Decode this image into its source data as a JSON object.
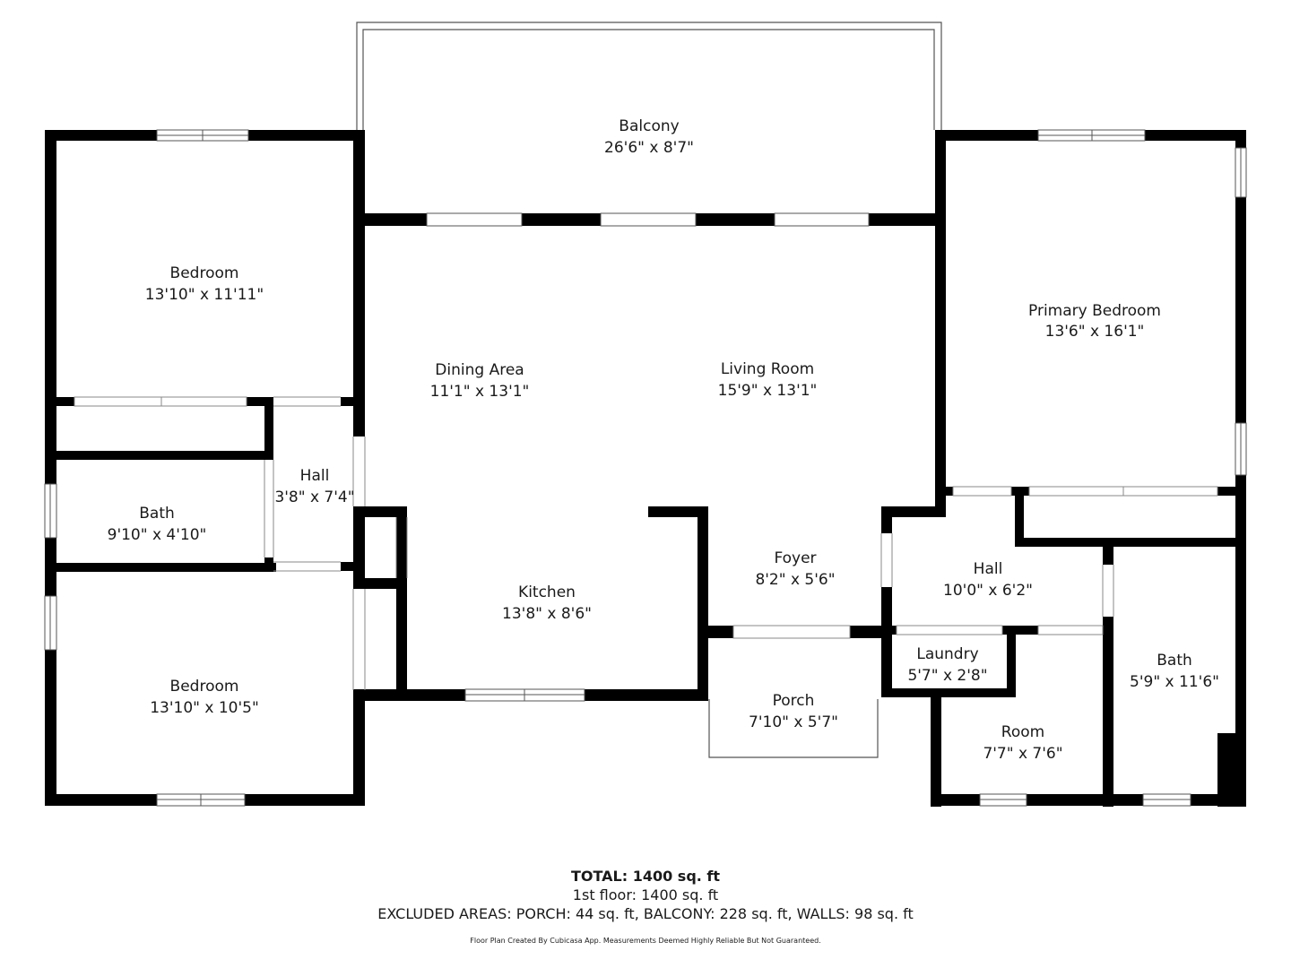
{
  "rooms": {
    "balcony": {
      "name": "Balcony",
      "dims": "26'6\" x 8'7\""
    },
    "bedroom_top": {
      "name": "Bedroom",
      "dims": "13'10\" x 11'11\""
    },
    "dining": {
      "name": "Dining Area",
      "dims": "11'1\" x 13'1\""
    },
    "living": {
      "name": "Living Room",
      "dims": "15'9\" x 13'1\""
    },
    "primary_bedroom": {
      "name": "Primary Bedroom",
      "dims": "13'6\" x 16'1\""
    },
    "hall_left": {
      "name": "Hall",
      "dims": "3'8\" x 7'4\""
    },
    "bath_left": {
      "name": "Bath",
      "dims": "9'10\" x 4'10\""
    },
    "kitchen": {
      "name": "Kitchen",
      "dims": "13'8\" x 8'6\""
    },
    "foyer": {
      "name": "Foyer",
      "dims": "8'2\" x 5'6\""
    },
    "hall_right": {
      "name": "Hall",
      "dims": "10'0\" x 6'2\""
    },
    "laundry": {
      "name": "Laundry",
      "dims": "5'7\" x 2'8\""
    },
    "bath_right": {
      "name": "Bath",
      "dims": "5'9\" x 11'6\""
    },
    "porch": {
      "name": "Porch",
      "dims": "7'10\" x 5'7\""
    },
    "room": {
      "name": "Room",
      "dims": "7'7\" x 7'6\""
    },
    "bedroom_bottom": {
      "name": "Bedroom",
      "dims": "13'10\" x 10'5\""
    }
  },
  "summary": {
    "total": "TOTAL: 1400 sq. ft",
    "floor1": "1st floor: 1400 sq. ft",
    "excluded": "EXCLUDED AREAS: PORCH: 44 sq. ft, BALCONY: 228 sq. ft, WALLS: 98 sq. ft",
    "disclaimer": "Floor Plan Created By Cubicasa App. Measurements Deemed Highly Reliable But Not Guaranteed."
  },
  "colors": {
    "wall": "#000000",
    "background": "#ffffff",
    "thin_line": "#555555"
  }
}
